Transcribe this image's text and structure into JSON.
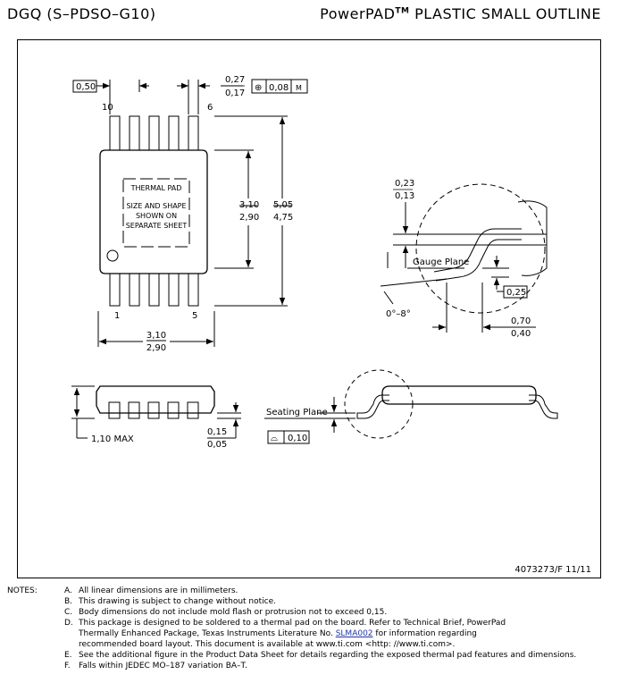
{
  "header": {
    "package_code": "DGQ (S–PDSO–G10)",
    "package_type_prefix": "PowerPAD",
    "tm": "TM",
    "package_type_suffix": "PLASTIC SMALL OUTLINE"
  },
  "drawing": {
    "pitch": "0,50",
    "lead_width_max": "0,27",
    "lead_width_min": "0,17",
    "position_tol_symbol": "⊕",
    "position_tol": "0,08",
    "mmc_symbol": "M",
    "pin_10": "10",
    "pin_6": "6",
    "pin_1": "1",
    "pin_5": "5",
    "thermal_pad_title": "THERMAL PAD",
    "thermal_pad_line1": "SIZE AND SHAPE",
    "thermal_pad_line2": "SHOWN ON",
    "thermal_pad_line3": "SEPARATE SHEET",
    "body_width_max": "3,10",
    "body_width_min": "2,90",
    "overall_width_max": "5,05",
    "overall_width_min": "4,75",
    "body_length_max": "3,10",
    "body_length_min": "2,90",
    "height_max_label": "1,10 MAX",
    "standoff_max": "0,15",
    "standoff_min": "0,05",
    "seating_plane": "Seating Plane",
    "flatness_symbol": "⌓",
    "flatness": "0,10",
    "gauge_thk_max": "0,23",
    "gauge_thk_min": "0,13",
    "gauge_plane": "Gauge Plane",
    "gauge_dist": "0,25",
    "angle": "0°–8°",
    "foot_max": "0,70",
    "foot_min": "0,40",
    "drawing_number": "4073273/F 11/11"
  },
  "notes": {
    "label": "NOTES:",
    "items": [
      {
        "letter": "A.",
        "lines": [
          "All linear dimensions are in millimeters."
        ]
      },
      {
        "letter": "B.",
        "lines": [
          "This drawing is subject to change without notice."
        ]
      },
      {
        "letter": "C.",
        "lines": [
          "Body dimensions do not include mold flash or protrusion not to exceed 0,15."
        ]
      },
      {
        "letter": "D.",
        "lines": [
          "This package is designed to be soldered to a thermal pad on the board.  Refer to Technical Brief, PowerPad",
          "Thermally Enhanced Package, Texas Instruments Literature No.",
          "for information regarding",
          "recommended board layout.  This document is available at www.ti.com <http: //www.ti.com>."
        ]
      },
      {
        "letter": "E.",
        "lines": [
          "See the additional figure in the Product Data Sheet for details regarding the exposed thermal pad features and dimensions."
        ]
      },
      {
        "letter": "F.",
        "lines": [
          "Falls within JEDEC MO–187 variation BA–T."
        ]
      }
    ],
    "link_text": "SLMA002"
  }
}
